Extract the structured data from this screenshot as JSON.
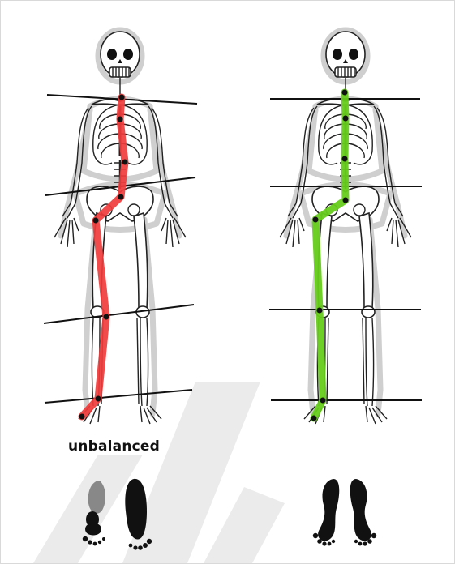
{
  "labels": {
    "left_caption": "unbalanced"
  },
  "colors": {
    "unbalanced_alignment": "#f03c3c",
    "balanced_alignment": "#66cc1a",
    "reference_line": "#111111",
    "watermark": "#e8e8e8"
  },
  "figures": [
    {
      "name": "unbalanced-skeleton",
      "alignment": "unbalanced",
      "color_key": "unbalanced_alignment"
    },
    {
      "name": "balanced-skeleton",
      "alignment": "balanced",
      "color_key": "balanced_alignment"
    }
  ],
  "icons": {
    "left_feet": "uneven-footprints-icon",
    "right_feet": "even-footprints-icon"
  }
}
